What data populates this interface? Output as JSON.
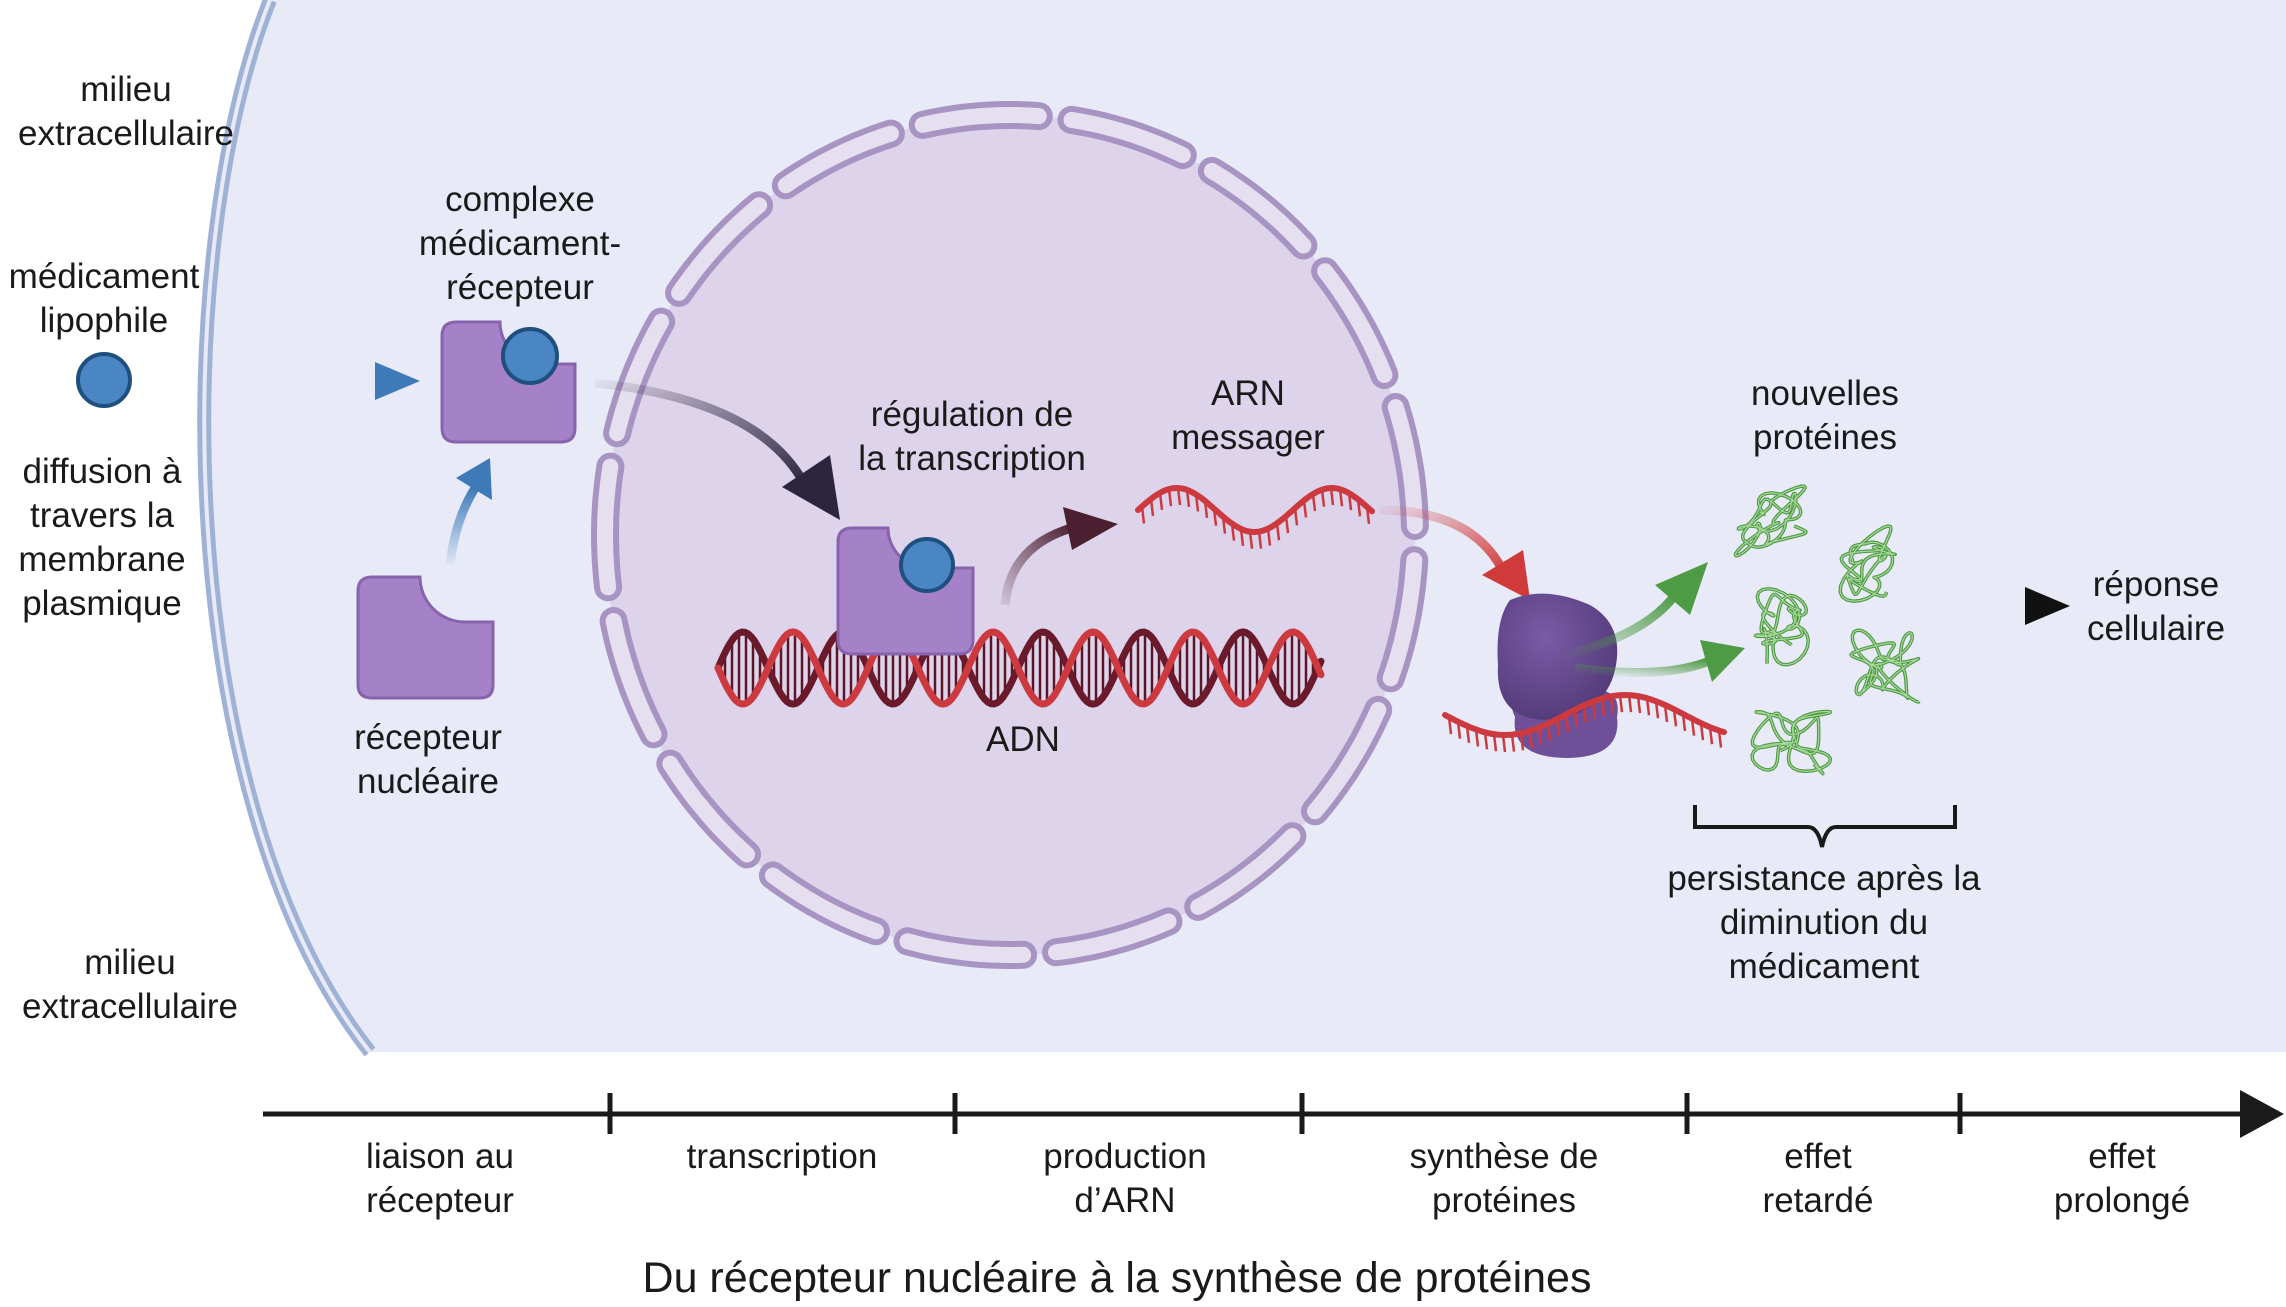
{
  "labels": {
    "extracellular_top": [
      "milieu",
      "extracellulaire"
    ],
    "extracellular_bottom": [
      "milieu",
      "extracellulaire"
    ],
    "lipophilic_drug": [
      "médicament",
      "lipophile"
    ],
    "diffusion": [
      "diffusion à",
      "travers la",
      "membrane",
      "plasmique"
    ],
    "complex": [
      "complexe",
      "médicament-",
      "récepteur"
    ],
    "receptor": [
      "récepteur",
      "nucléaire"
    ],
    "transcription_regulation": [
      "régulation de",
      "la transcription"
    ],
    "mrna": [
      "ARN",
      "messager"
    ],
    "dna": [
      "ADN"
    ],
    "new_proteins": [
      "nouvelles",
      "protéines"
    ],
    "response": [
      "réponse",
      "cellulaire"
    ],
    "persistence": [
      "persistance après la",
      "diminution du",
      "médicament"
    ]
  },
  "timeline": {
    "steps": [
      [
        "liaison au",
        "récepteur"
      ],
      [
        "transcription"
      ],
      [
        "production",
        "d’ARN"
      ],
      [
        "synthèse de",
        "protéines"
      ],
      [
        "effet",
        "retardé"
      ],
      [
        "effet",
        "prolongé"
      ]
    ]
  },
  "title": "Du récepteur nucléaire à la synthèse de protéines",
  "colors": {
    "cell": "#e8ebf7",
    "membrane": "#9fb2d6",
    "nucleus": "#ddd3ea",
    "envelope": "#b5a4cc",
    "receptor": "#a582c7",
    "drug": "#4a86c4",
    "dna_dark": "#6b1a2c",
    "dna_red": "#cc3a3f",
    "ribosome": "#6b4c93",
    "protein": "#5aa84c",
    "arrow_dark": "#2d2540"
  }
}
